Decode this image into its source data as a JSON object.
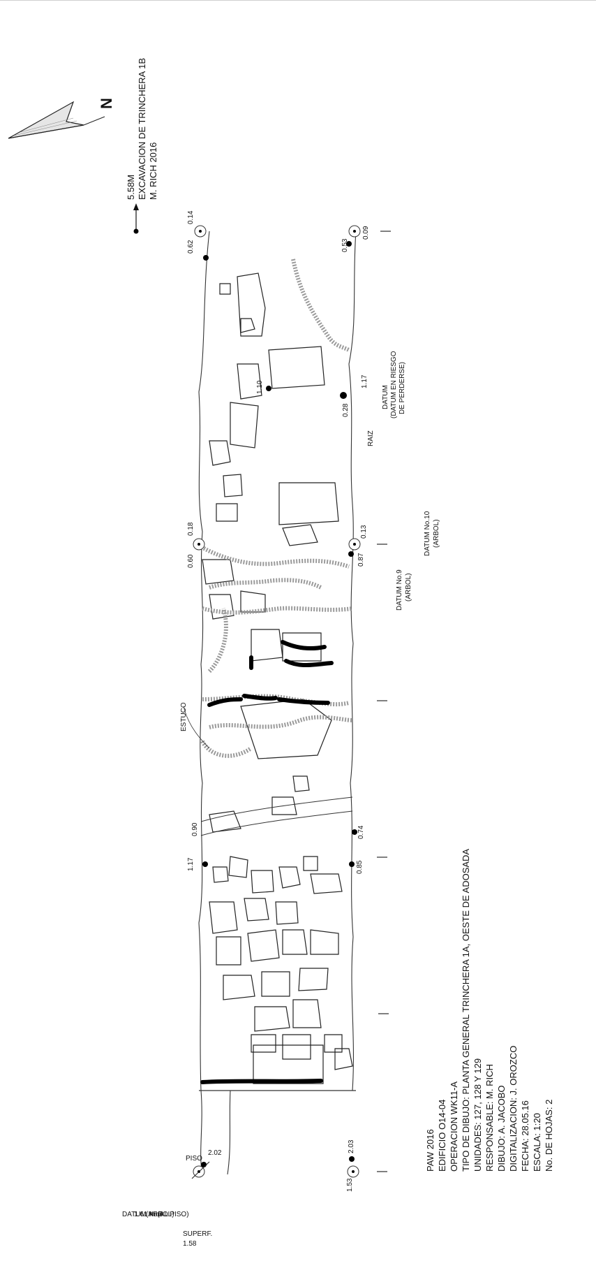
{
  "title_block": {
    "lines": [
      "PAW 2016",
      "EDIFICIO O14-04",
      "OPERACION WK11-A",
      "TIPO DE DIBUJO: PLANTA GENERAL TRINCHERA 1A, OESTE DE ADOSADA",
      "UNIDADES: 127, 128 Y 129",
      "RESPONSABLE: M. RICH",
      "DIBUJO: A. JACOBO",
      "DIGITALIZACION: J. OROZCO",
      "FECHA: 28.05.16",
      "ESCALA: 1:20",
      "No. DE HOJAS: 2"
    ]
  },
  "north": {
    "label": "N"
  },
  "reference": {
    "lines": [
      "5.58M",
      "EXCAVACION DE TRINCHERA 1B",
      "M. RICH 2016"
    ]
  },
  "datums": {
    "datum8": [
      "DATUM No.8",
      "1.61 m (AL PISO)",
      "(ARBOL)"
    ],
    "datum9": [
      "DATUM No.9",
      "(ARBOL)"
    ],
    "datum10": [
      "DATUM No.10",
      "(ARBOL)"
    ],
    "datum_riesgo": [
      "DATUM",
      "(DATUM EN RIESGO",
      "DE PERDERSE)"
    ]
  },
  "labels": {
    "raiz": "RAIZ",
    "estuco": "ESTUCO",
    "piso": "PISO",
    "superf": "SUPERF.",
    "superf_value": "1.58"
  },
  "elevations": {
    "top_left_a": "0.62",
    "top_left_b": "0.14",
    "top_right_a": "0.53",
    "top_right_b": "0.09",
    "center_110": "1.10",
    "riesgo_a": "1.17",
    "riesgo_b": "0.28",
    "mid_left_a": "0.60",
    "mid_left_b": "0.18",
    "mid_right_a": "0.87",
    "mid_right_b": "0.13",
    "low_left_a": "0.90",
    "low_left_b": "1.17",
    "low_right_a": "0.74",
    "low_right_b": "0.85",
    "bottom_left": "2.02",
    "bottom_right_a": "2.03",
    "bottom_right_b": "1.53"
  }
}
